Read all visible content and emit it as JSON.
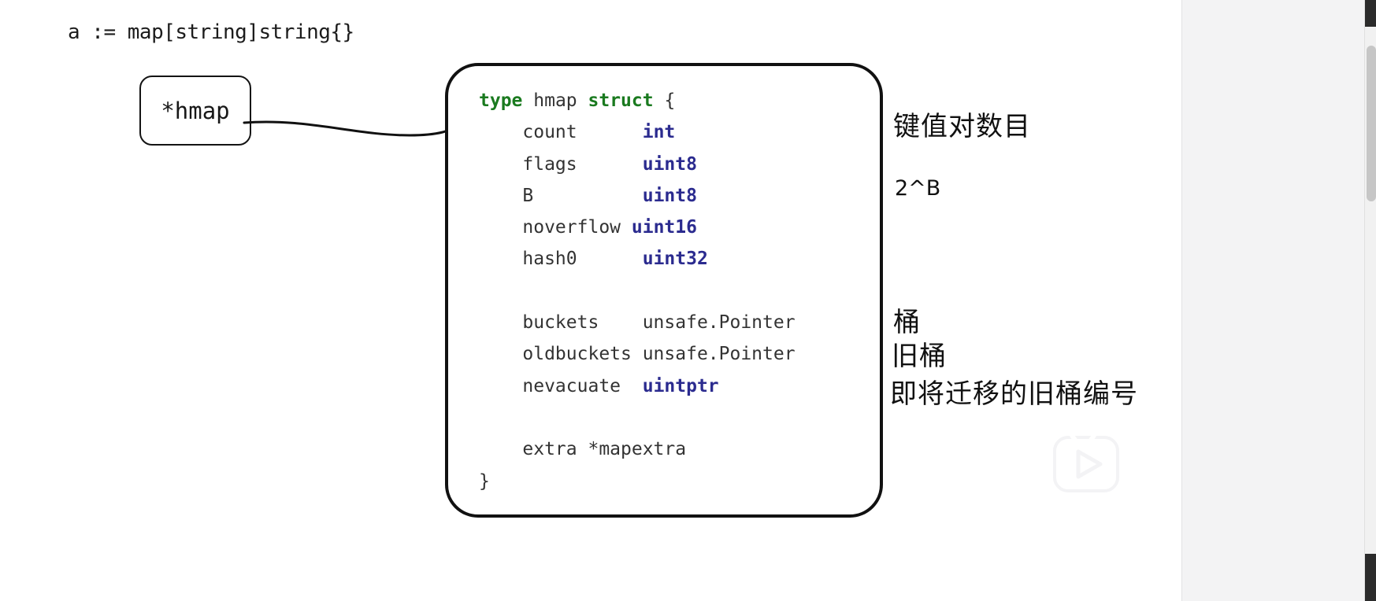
{
  "declaration": {
    "text": "a := map[string]string{}"
  },
  "pointer_box": {
    "label": "*hmap"
  },
  "struct_code": {
    "lines": [
      {
        "tokens": [
          {
            "text": "type ",
            "kind": "kw"
          },
          {
            "text": "hmap ",
            "kind": "ident"
          },
          {
            "text": "struct",
            "kind": "kw"
          },
          {
            "text": " {",
            "kind": "punct"
          }
        ]
      },
      {
        "tokens": [
          {
            "text": "    count      ",
            "kind": "plain"
          },
          {
            "text": "int",
            "kind": "type"
          }
        ]
      },
      {
        "tokens": [
          {
            "text": "    flags      ",
            "kind": "plain"
          },
          {
            "text": "uint8",
            "kind": "type"
          }
        ]
      },
      {
        "tokens": [
          {
            "text": "    B          ",
            "kind": "plain"
          },
          {
            "text": "uint8",
            "kind": "type"
          }
        ]
      },
      {
        "tokens": [
          {
            "text": "    noverflow ",
            "kind": "plain"
          },
          {
            "text": "uint16",
            "kind": "type"
          }
        ]
      },
      {
        "tokens": [
          {
            "text": "    hash0      ",
            "kind": "plain"
          },
          {
            "text": "uint32",
            "kind": "type"
          }
        ]
      },
      {
        "tokens": []
      },
      {
        "tokens": [
          {
            "text": "    buckets    unsafe.Pointer",
            "kind": "plain"
          }
        ]
      },
      {
        "tokens": [
          {
            "text": "    oldbuckets unsafe.Pointer",
            "kind": "plain"
          }
        ]
      },
      {
        "tokens": [
          {
            "text": "    nevacuate  ",
            "kind": "plain"
          },
          {
            "text": "uintptr",
            "kind": "type"
          }
        ]
      },
      {
        "tokens": []
      },
      {
        "tokens": [
          {
            "text": "    extra *mapextra",
            "kind": "plain"
          }
        ]
      },
      {
        "tokens": [
          {
            "text": "}",
            "kind": "punct"
          }
        ]
      }
    ],
    "fields": [
      {
        "name": "count",
        "type": "int"
      },
      {
        "name": "flags",
        "type": "uint8"
      },
      {
        "name": "B",
        "type": "uint8"
      },
      {
        "name": "noverflow",
        "type": "uint16"
      },
      {
        "name": "hash0",
        "type": "uint32"
      },
      {
        "name": "buckets",
        "type": "unsafe.Pointer"
      },
      {
        "name": "oldbuckets",
        "type": "unsafe.Pointer"
      },
      {
        "name": "nevacuate",
        "type": "uintptr"
      },
      {
        "name": "extra",
        "type": "*mapextra"
      }
    ]
  },
  "annotations": {
    "count": "键值对数目",
    "b": "2^B",
    "buckets": "桶",
    "oldbuckets": "旧桶",
    "nevacuate": "即将迁移的旧桶编号"
  },
  "colors": {
    "keyword_green": "#1a7a1f",
    "type_blue": "#2b2b8f",
    "ink_black": "#111111",
    "paper_white": "#ffffff",
    "gutter_grey": "#f3f3f4",
    "scroll_thumb": "#c6c6c6"
  },
  "icons": {
    "play": "play-icon",
    "arrow": "arrow-pointer-icon"
  }
}
